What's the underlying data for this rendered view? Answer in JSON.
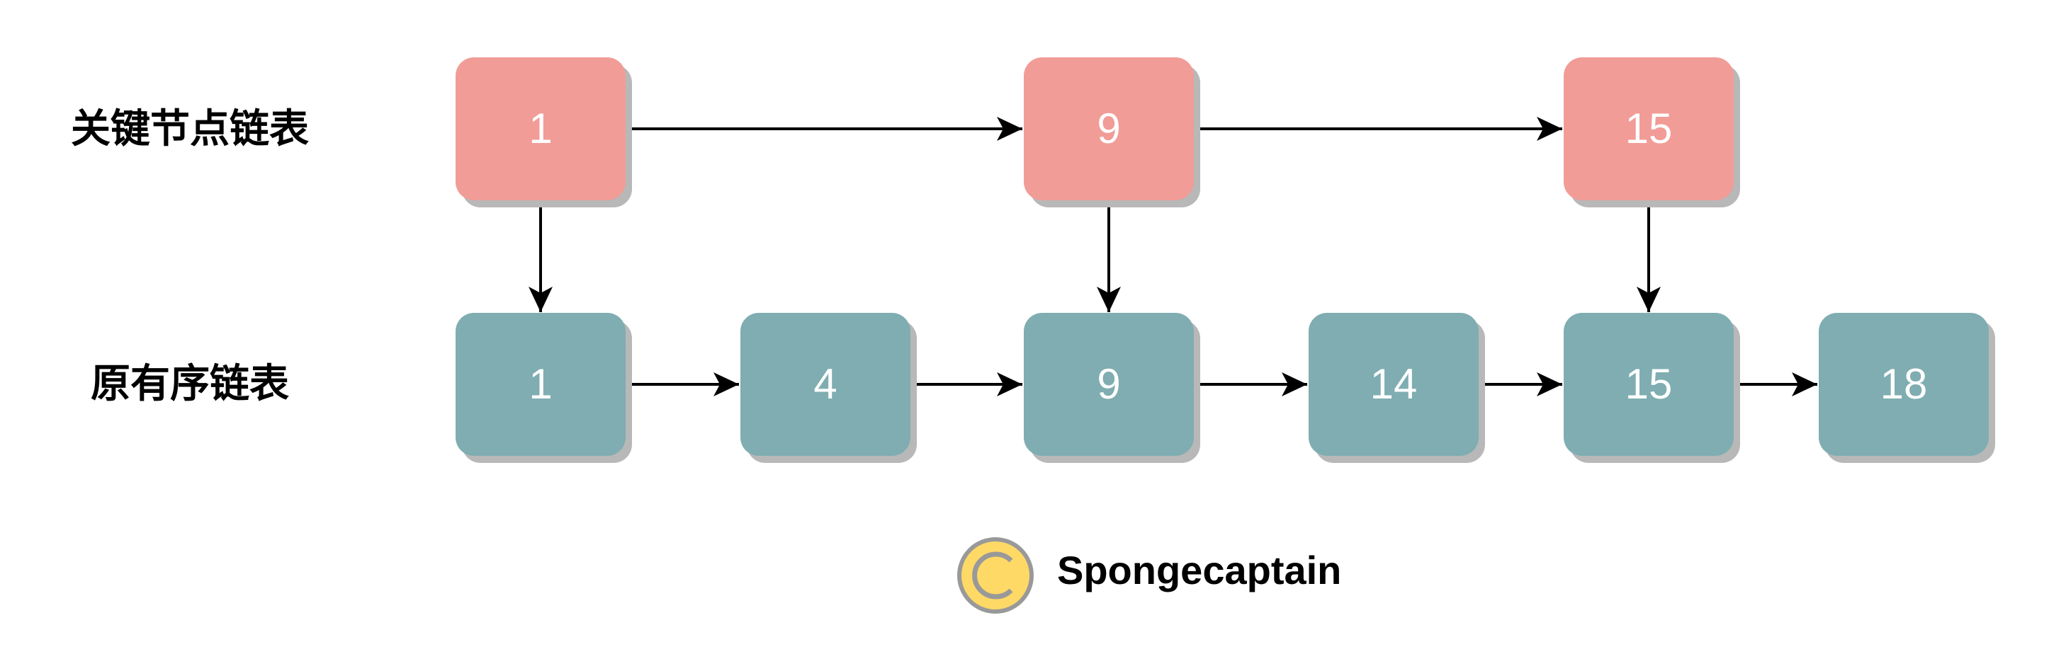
{
  "rows": {
    "key_list_label": "关键节点链表",
    "original_list_label": "原有序链表"
  },
  "key_nodes": [
    "1",
    "9",
    "15"
  ],
  "original_nodes": [
    "1",
    "4",
    "9",
    "14",
    "15",
    "18"
  ],
  "colors": {
    "key_node_fill": "#f19c97",
    "original_node_fill": "#7fadb1",
    "node_shadow": "#b8b8b8",
    "node_text": "#ffffff",
    "arrow": "#000000",
    "watermark_circle": "#ffd966",
    "watermark_ring": "#999999"
  },
  "watermark": {
    "icon": "copyright-icon",
    "text": "Spongecaptain"
  }
}
